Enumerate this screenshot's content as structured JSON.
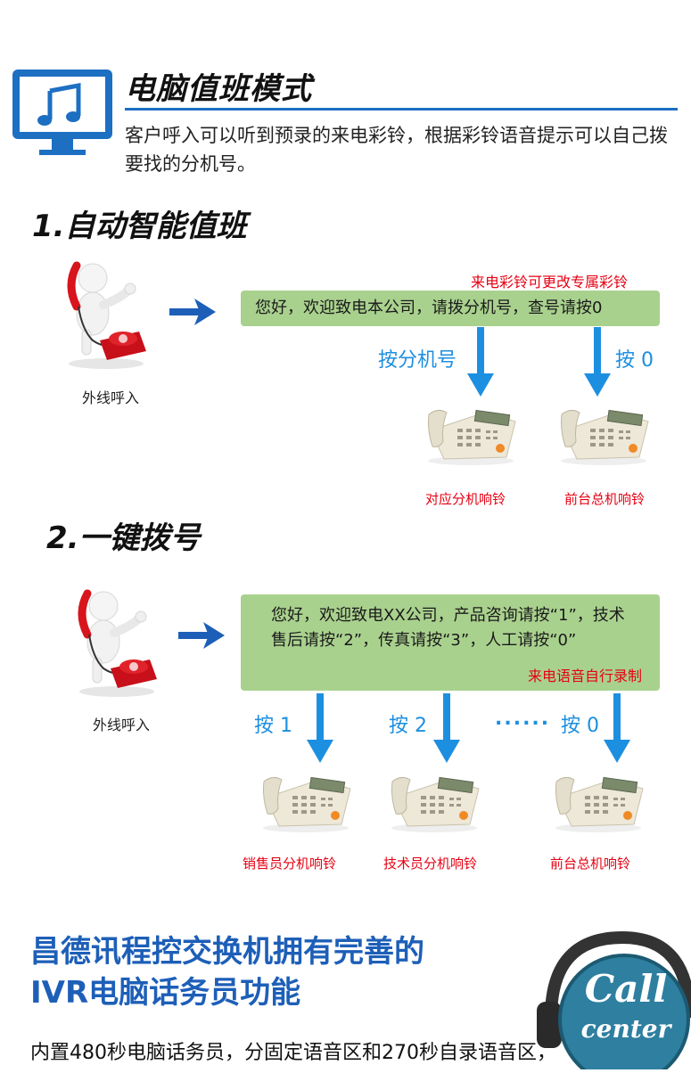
{
  "header": {
    "title": "电脑值班模式",
    "description": "客户呼入可以听到预录的来电彩铃，根据彩铃语音提示可以自己拨要找的分机号。"
  },
  "section1": {
    "title": "1.自动智能值班",
    "caller_caption": "外线呼入",
    "note": "来电彩铃可更改专属彩铃",
    "greeting": "您好，欢迎致电本公司，请拨分机号，查号请按0",
    "branches": [
      {
        "label": "按分机号",
        "caption": "对应分机响铃"
      },
      {
        "label": "按 0",
        "caption": "前台总机响铃"
      }
    ]
  },
  "section2": {
    "title": "2.一键拨号",
    "caller_caption": "外线呼入",
    "greeting": "您好，欢迎致电XX公司，产品咨询请按“1”，技术售后请按“2”，传真请按“3”，人工请按“0”",
    "note": "来电语音自行录制",
    "dots": "......",
    "branches": [
      {
        "label": "按 1",
        "caption": "销售员分机响铃"
      },
      {
        "label": "按 2",
        "caption": "技术员分机响铃"
      },
      {
        "label": "按 0",
        "caption": "前台总机响铃"
      }
    ]
  },
  "promo": {
    "line1": "昌德讯程控交换机拥有完善的",
    "line2": "IVR电脑话务员功能",
    "body": "内置480秒电脑话务员，分固定语音区和270秒自录语音区，"
  },
  "logo": {
    "line1": "Call",
    "line2": "center"
  },
  "colors": {
    "accent_blue": "#1d6fc2",
    "green_box": "#a9d18e",
    "red_text": "#e60012",
    "label_blue": "#1d8fe0"
  }
}
